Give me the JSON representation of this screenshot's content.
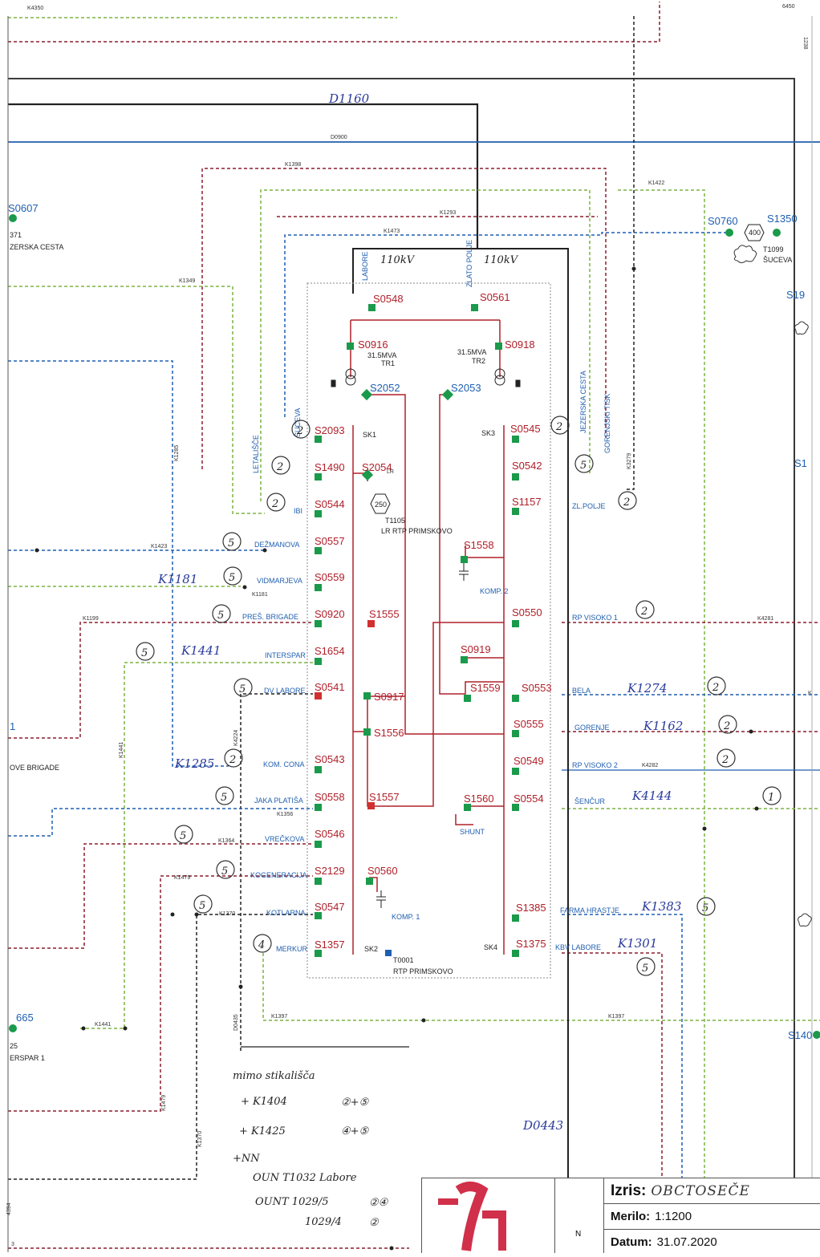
{
  "top_labels": {
    "k4350": "K4350",
    "num_6450": "6450",
    "num_1238": "1238"
  },
  "handwritten_top": "D1160",
  "d0900": "D0900",
  "lines": {
    "k1398": "K1398",
    "k1422": "K1422",
    "k1293": "K1293",
    "k1473": "K1473",
    "k1349": "K1349",
    "k1285": "K1285",
    "k1423": "K1423",
    "k1181": "K1181",
    "k1199": "K1199",
    "k4281": "K4281",
    "k3279": "K3279",
    "k4224": "K4224",
    "k1441": "K1441",
    "k1356": "K1356",
    "k1364": "K1364",
    "k1479": "K1479",
    "k1370": "K1370",
    "k4282": "K4282",
    "k1397": "K1397",
    "d0435": "D0435",
    "k1441b": "K1441",
    "k1479b": "K1479",
    "k1370b": "K1370",
    "k1397b": "K1397"
  },
  "left_edge": {
    "s0607": "S0607",
    "num_371": "371",
    "jezerska": "ZERSKA CESTA",
    "brigade": "OVE BRIGADE",
    "s665": "665",
    "num_25": "25",
    "erspar": "ERSPAR 1",
    "num_1": "1",
    "num_4394": "4394",
    "num_3": "3"
  },
  "right_edge": {
    "s0760": "S0760",
    "s1350": "S1350",
    "t1099": "T1099",
    "suceva": "ŠUCEVA",
    "val_400": "400",
    "s19": "S19",
    "s13": "S1",
    "s140": "S140",
    "k": "K"
  },
  "feeders": {
    "labore": "LABORE",
    "zlato_polje": "ZLATO POLJE",
    "labore_kv": "110kV",
    "zlato_kv": "110kV"
  },
  "substation": {
    "s0548": "S0548",
    "s0561": "S0561",
    "s0916": "S0916",
    "s0918": "S0918",
    "tr1_mva": "31.5MVA",
    "tr1": "TR1",
    "tr2_mva": "31.5MVA",
    "tr2": "TR2",
    "s2052": "S2052",
    "s2053": "S2053",
    "sk1": "SK1",
    "sk3": "SK3",
    "sk2": "SK2",
    "sk4": "SK4",
    "s2093": "S2093",
    "s1490": "S1490",
    "s2054": "S2054",
    "s0544": "S0544",
    "s0557": "S0557",
    "s0559": "S0559",
    "s0920": "S0920",
    "s1555": "S1555",
    "s1654": "S1654",
    "s0541": "S0541",
    "s0917": "S0917",
    "s1556": "S1556",
    "s0543": "S0543",
    "s0558": "S0558",
    "s1557": "S1557",
    "s0546": "S0546",
    "s2129": "S2129",
    "s0560": "S0560",
    "s0547": "S0547",
    "s1357": "S1357",
    "s0545": "S0545",
    "s0542": "S0542",
    "s1157": "S1157",
    "s1558": "S1558",
    "s0550": "S0550",
    "s0919": "S0919",
    "s1559": "S1559",
    "s0553": "S0553",
    "s0555": "S0555",
    "s0549": "S0549",
    "s1560": "S1560",
    "s0554": "S0554",
    "s1385": "S1385",
    "s1375": "S1375",
    "hex_250": "250",
    "t1105": "T1105",
    "lr_rtp": "LR RTP PRIMSKOVO",
    "komp2": "KOMP. 2",
    "komp1": "KOMP. 1",
    "shunt": "SHUNT",
    "t0001": "T0001",
    "rtp": "RTP PRIMSKOVO",
    "lr_small": "LR"
  },
  "left_outlets": {
    "suceva": "ŠUCEVA",
    "letalisce": "LETALIŠČE",
    "ibi": "IBI",
    "dezmanova": "DEŽMANOVA",
    "vidmarjeva": "VIDMARJEVA",
    "pres_brigade": "PREŠ. BRIGADE",
    "interspar": "INTERSPAR",
    "dv_labore": "DV LABORE",
    "kom_cona": "KOM. CONA",
    "jaka_platisa": "JAKA PLATIŠA",
    "vreckova": "VREČKOVA",
    "kogeneracija": "KOGENERACIJA",
    "kotlarna": "KOTLARNA",
    "merkur": "MERKUR"
  },
  "right_outlets": {
    "jezerska_cesta": "JEZERSKA CESTA",
    "gorenjski_tisk": "GORENJSKI TISK",
    "zl_polje": "ZL.POLJE",
    "rp_visoko1": "RP VISOKO 1",
    "bela": "BELA",
    "gorenje": "GORENJE",
    "rp_visoko2": "RP VISOKO 2",
    "sencur": "ŠENČUR",
    "farma_hrastje": "FARMA HRASTJE",
    "kbv_labore": "KBV LABORE"
  },
  "circles": {
    "c2": "2",
    "c5": "5",
    "c4": "4",
    "c1": "1"
  },
  "handwritten_cables": {
    "k1181": "K1181",
    "k1441": "K1441",
    "k1285": "K1285",
    "k1274": "K1274",
    "k1162": "K1162",
    "k4144": "K4144",
    "k1383": "K1383",
    "k1301": "K1301"
  },
  "notes": {
    "line1": "mimo stikališča",
    "line2": "+ K1404",
    "line2b": "②+⑤",
    "line3": "+ K1425",
    "line3b": "④+⑤",
    "line4": "+NN",
    "line5": "OUN T1032 Labore",
    "line6": "OUNT 1029/5",
    "line6b": "②④",
    "line7": "1029/4",
    "line7b": "②",
    "d0443": "D0443"
  },
  "title_block": {
    "izris_label": "Izris:",
    "izris_value": "OBCTOSEČE",
    "merilo_label": "Merilo:",
    "merilo_value": "1:1200",
    "datum_label": "Datum:",
    "datum_value": "31.07.2020",
    "north": "N"
  },
  "colors": {
    "blue": "#1f5fb0",
    "red": "#b0202a",
    "green": "#7cb342",
    "dark_red": "#8a1e2e",
    "switch_green": "#1a9a4a",
    "switch_red": "#d03030",
    "frame": "#888888"
  }
}
